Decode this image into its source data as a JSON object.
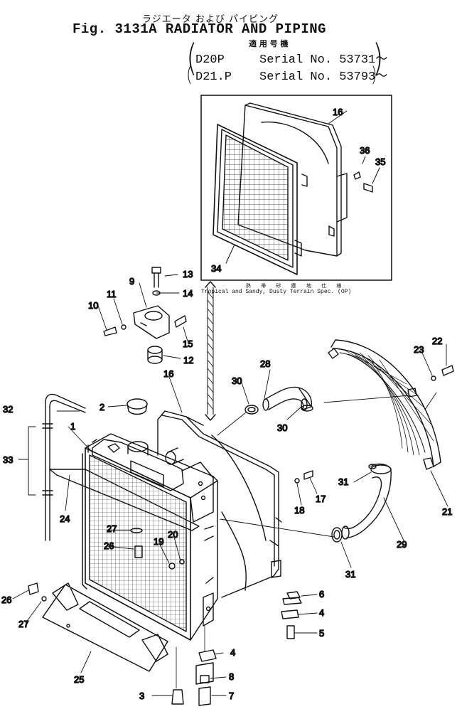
{
  "header": {
    "title_jp": "ラジエータ および パイピング",
    "title": "Fig. 3131A RADIATOR AND PIPING",
    "applicability_label": "適 用 号 機",
    "serials": [
      {
        "model": "D20P",
        "serial": "Serial No. 53731～"
      },
      {
        "model": "D21.P",
        "serial": "Serial No. 53793～"
      }
    ]
  },
  "inset": {
    "spec_jp": "熱 帯 砂 塵 地 仕 様",
    "spec_en": "Tropical and Sandy, Dusty Terrain Spec. (OP)"
  },
  "callouts": [
    "1",
    "2",
    "3",
    "4",
    "5",
    "6",
    "7",
    "8",
    "9",
    "10",
    "11",
    "12",
    "13",
    "14",
    "15",
    "16",
    "17",
    "18",
    "19",
    "20",
    "21",
    "22",
    "23",
    "24",
    "25",
    "26",
    "27",
    "28",
    "29",
    "30",
    "31",
    "32",
    "33",
    "34",
    "35",
    "36"
  ]
}
